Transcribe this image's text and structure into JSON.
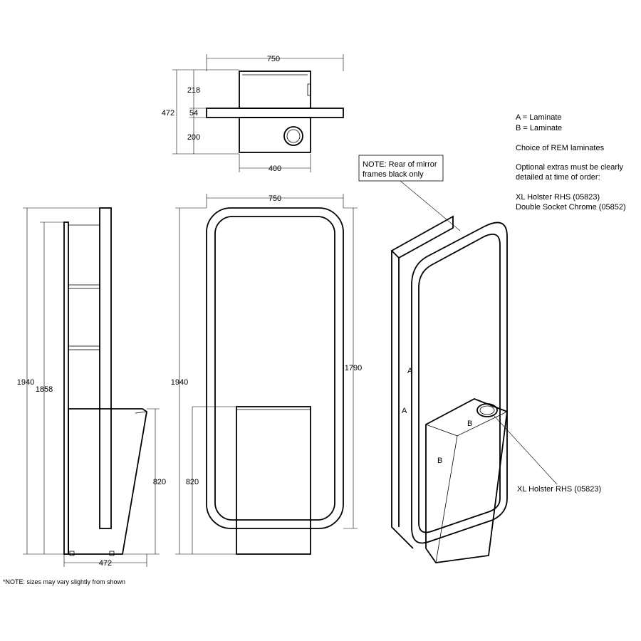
{
  "top_view": {
    "width": "750",
    "depth_total": "472",
    "depth_top": "218",
    "depth_mid": "54",
    "depth_bottom": "200",
    "base_width": "400"
  },
  "side_view": {
    "height_total": "1940",
    "height_inner": "1858",
    "unit_height": "820",
    "depth": "472"
  },
  "front_view": {
    "width": "750",
    "height_total": "1940",
    "mirror_height": "1790",
    "unit_height": "820"
  },
  "perspective": {
    "laminate_a_1": "A",
    "laminate_a_2": "A",
    "laminate_b_1": "B",
    "laminate_b_2": "B",
    "holster_callout": "XL Holster RHS (05823)"
  },
  "mirror_note": {
    "line1": "NOTE: Rear of mirror",
    "line2": "frames black only"
  },
  "legend": {
    "line_a": "A = Laminate",
    "line_b": "B = Laminate",
    "choice": "Choice of REM laminates",
    "optional_1": "Optional extras must be clearly",
    "optional_2": "detailed at time of order:",
    "extra_1": "XL Holster RHS (05823)",
    "extra_2": "Double Socket Chrome (05852)"
  },
  "footnote": "*NOTE: sizes may vary slightly from shown"
}
